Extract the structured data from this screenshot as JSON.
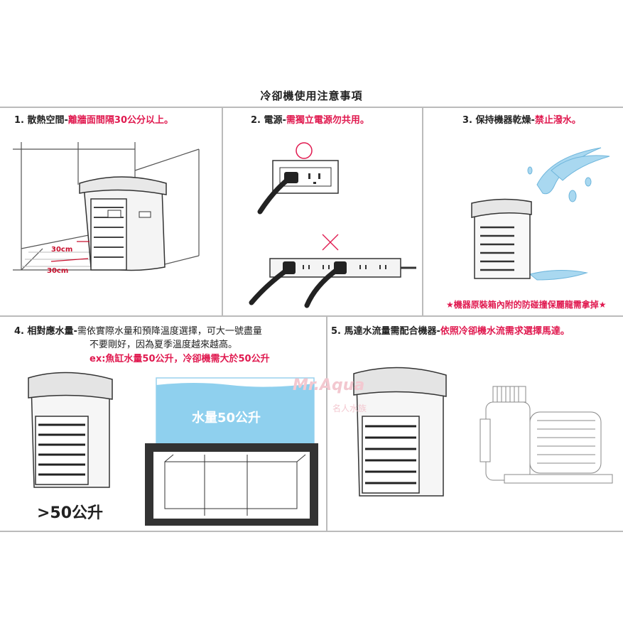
{
  "page_title": "冷卻機使用注意事項",
  "sections": [
    {
      "num": "1.",
      "title": "散熱空間-",
      "highlight": "離牆面間隔30公分以上。",
      "labels": [
        "30cm",
        "30cm"
      ]
    },
    {
      "num": "2.",
      "title": "電源-",
      "highlight": "需獨立電源勿共用。"
    },
    {
      "num": "3.",
      "title": "保持機器乾燥-",
      "highlight": "禁止潑水。",
      "note": "★機器原裝箱內附的防碰撞保麗龍需拿掉★"
    },
    {
      "num": "4.",
      "title": "相對應水量-",
      "text1": "需依實際水量和預降溫度選擇，可大一號盡量",
      "text2": "不要剛好，因為夏季溫度越來越高。",
      "example": "ex:魚缸水量50公升，冷卻機需大於50公升",
      "tank_label": "水量50公升",
      "chiller_label": ">50公升"
    },
    {
      "num": "5.",
      "title": "馬達水流量需配合機器-",
      "highlight": "依照冷卻機水流需求選擇馬達。"
    }
  ],
  "watermark": {
    "line1": "Mr.Aqua",
    "line2": "名人水族"
  },
  "colors": {
    "accent_red": "#e0194f",
    "divider": "#bbbbbb",
    "water": "#8fd0ee"
  }
}
